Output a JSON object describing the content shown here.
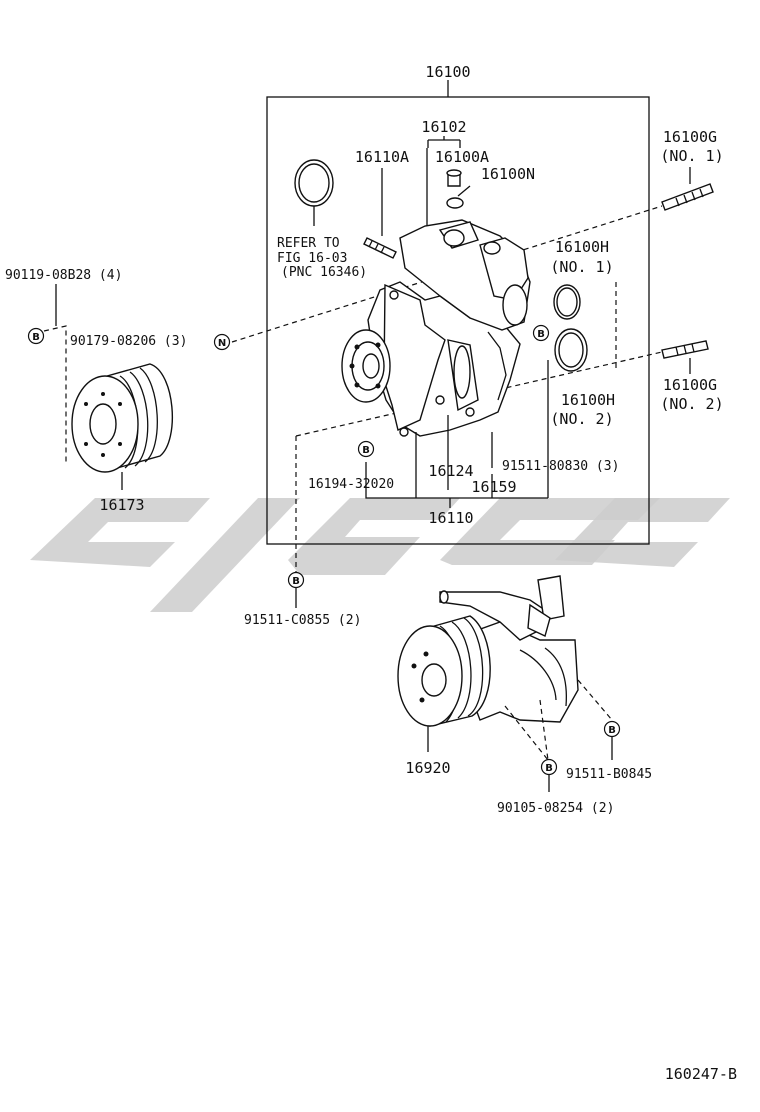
{
  "labels": {
    "assembly": "16100",
    "sub_assembly": "16102",
    "stud_a": "16110A",
    "plug_a": "16100A",
    "plug_n": "16100N",
    "refer_line1": "REFER TO",
    "refer_line2": "FIG 16-03",
    "refer_line3": "(PNC 16346)",
    "stud_g": "16100G",
    "stud_g_no1": "(NO. 1)",
    "stud_g_no2": "(NO. 2)",
    "oring_h": "16100H",
    "oring_h_no1": "(NO. 1)",
    "oring_h_no2": "(NO. 2)",
    "bolt_top": "90119-08B28 (4)",
    "bolt_n": "90179-08206 (3)",
    "pulley": "16173",
    "gasket_label": "16194-32020",
    "part_16124": "16124",
    "part_16159": "16159",
    "bolt_80830": "91511-80830 (3)",
    "bottom_16110": "16110",
    "bolt_c0855": "91511-C0855 (2)",
    "fan_pump": "16920",
    "bolt_b0845": "91511-B0845",
    "bolt_08254": "90105-08254 (2)",
    "figure_id": "160247-B"
  },
  "badges": {
    "b": "B",
    "n": "N"
  },
  "colors": {
    "line": "#111111",
    "watermark": "#cccccc",
    "background": "#ffffff"
  }
}
